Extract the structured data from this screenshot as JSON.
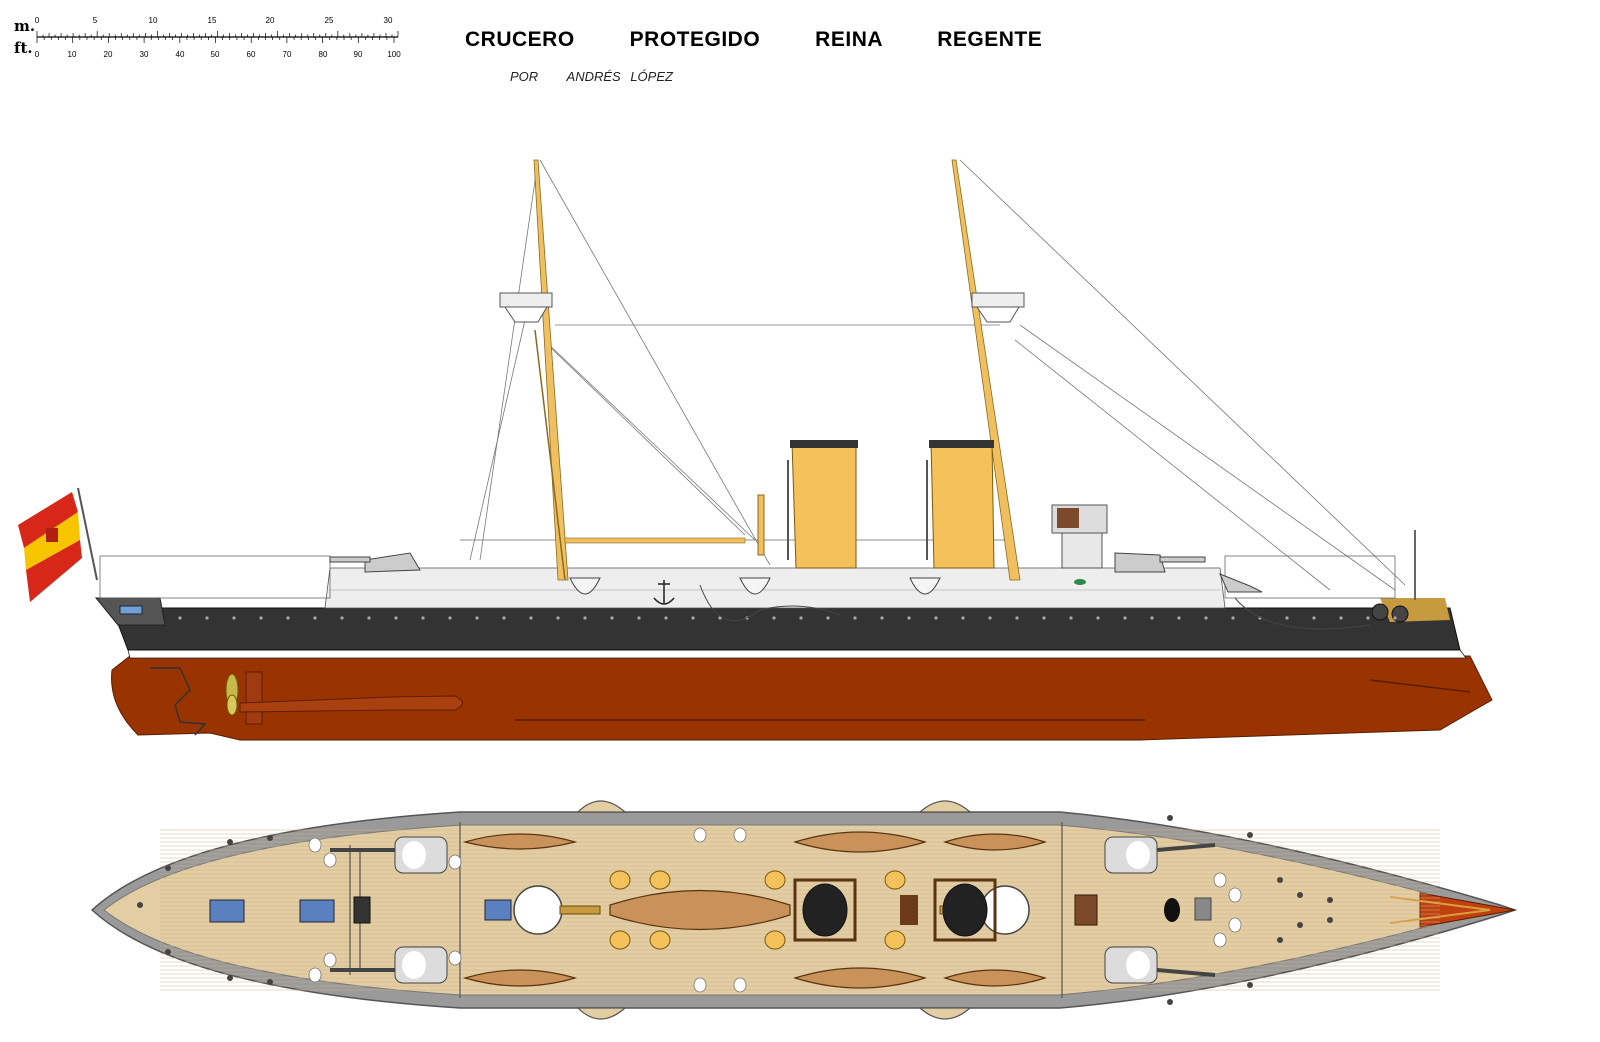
{
  "title": "CRUCERO   PROTEGIDO   REINA   REGENTE",
  "author": "POR   ANDRÉS LÓPEZ",
  "scale": {
    "metric_unit": "m.",
    "imperial_unit": "ft.",
    "metric_labels": [
      "0",
      "5",
      "10",
      "15",
      "20",
      "25",
      "30"
    ],
    "imperial_labels": [
      "0",
      "10",
      "20",
      "30",
      "40",
      "50",
      "60",
      "70",
      "80",
      "90",
      "100"
    ]
  },
  "colors": {
    "hull_upper": "#333333",
    "hull_lower": "#993300",
    "boot_topping": "#ffffff",
    "superstructure": "#eeeeee",
    "funnel": "#f5c15a",
    "mast": "#f0c060",
    "deck_wood": "#e3cda2",
    "deck_edge": "#888888",
    "boat_wood": "#c8925a",
    "flag_red": "#d62718",
    "flag_yellow": "#f7c500"
  },
  "views": [
    "side-profile",
    "top-plan"
  ]
}
